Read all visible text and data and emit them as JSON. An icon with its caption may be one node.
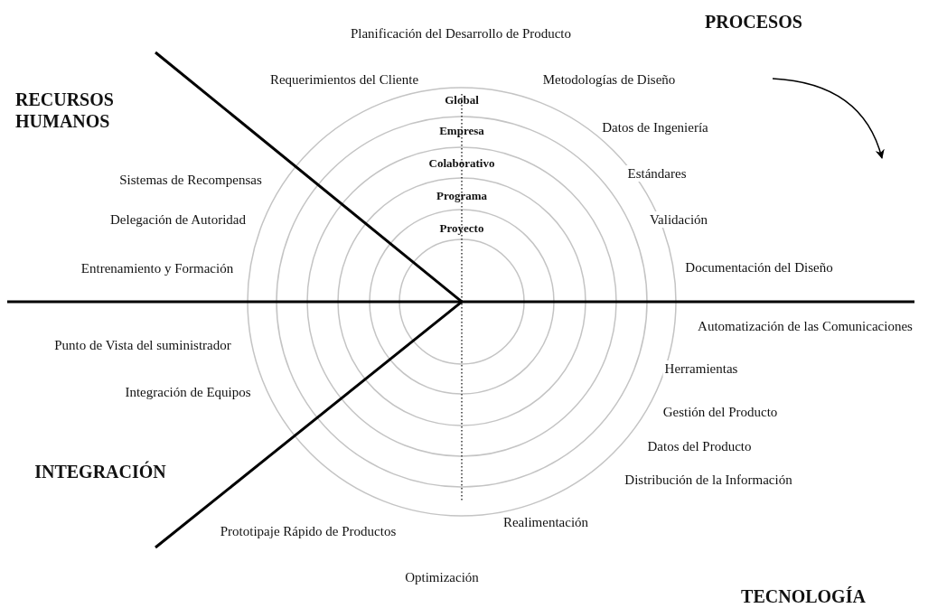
{
  "diagram": {
    "labels": [
      "PROCESOS",
      "Planificación del Desarrollo de Producto",
      "Requerimientos del Cliente",
      "Metodologías de Diseño",
      "Global",
      "RECURSOS HUMANOS",
      "Datos de Ingeniería",
      "Empresa",
      "Colaborativo",
      "Estándares",
      "Sistemas de Recompensas",
      "Programa",
      "Delegación de Autoridad",
      "Validación",
      "Proyecto",
      "Documentación del Diseño",
      "Entrenamiento y Formación",
      "Automatización de las Comunicaciones",
      "Punto de Vista del suministrador",
      "Herramientas",
      "Integración de Equipos",
      "Gestión del Producto",
      "Datos del Producto",
      "INTEGRACIÓN",
      "Distribución de la Información",
      "Realimentación",
      "Prototipaje Rápido de Productos",
      "Optimización",
      "TECNOLOGÍA"
    ]
  }
}
